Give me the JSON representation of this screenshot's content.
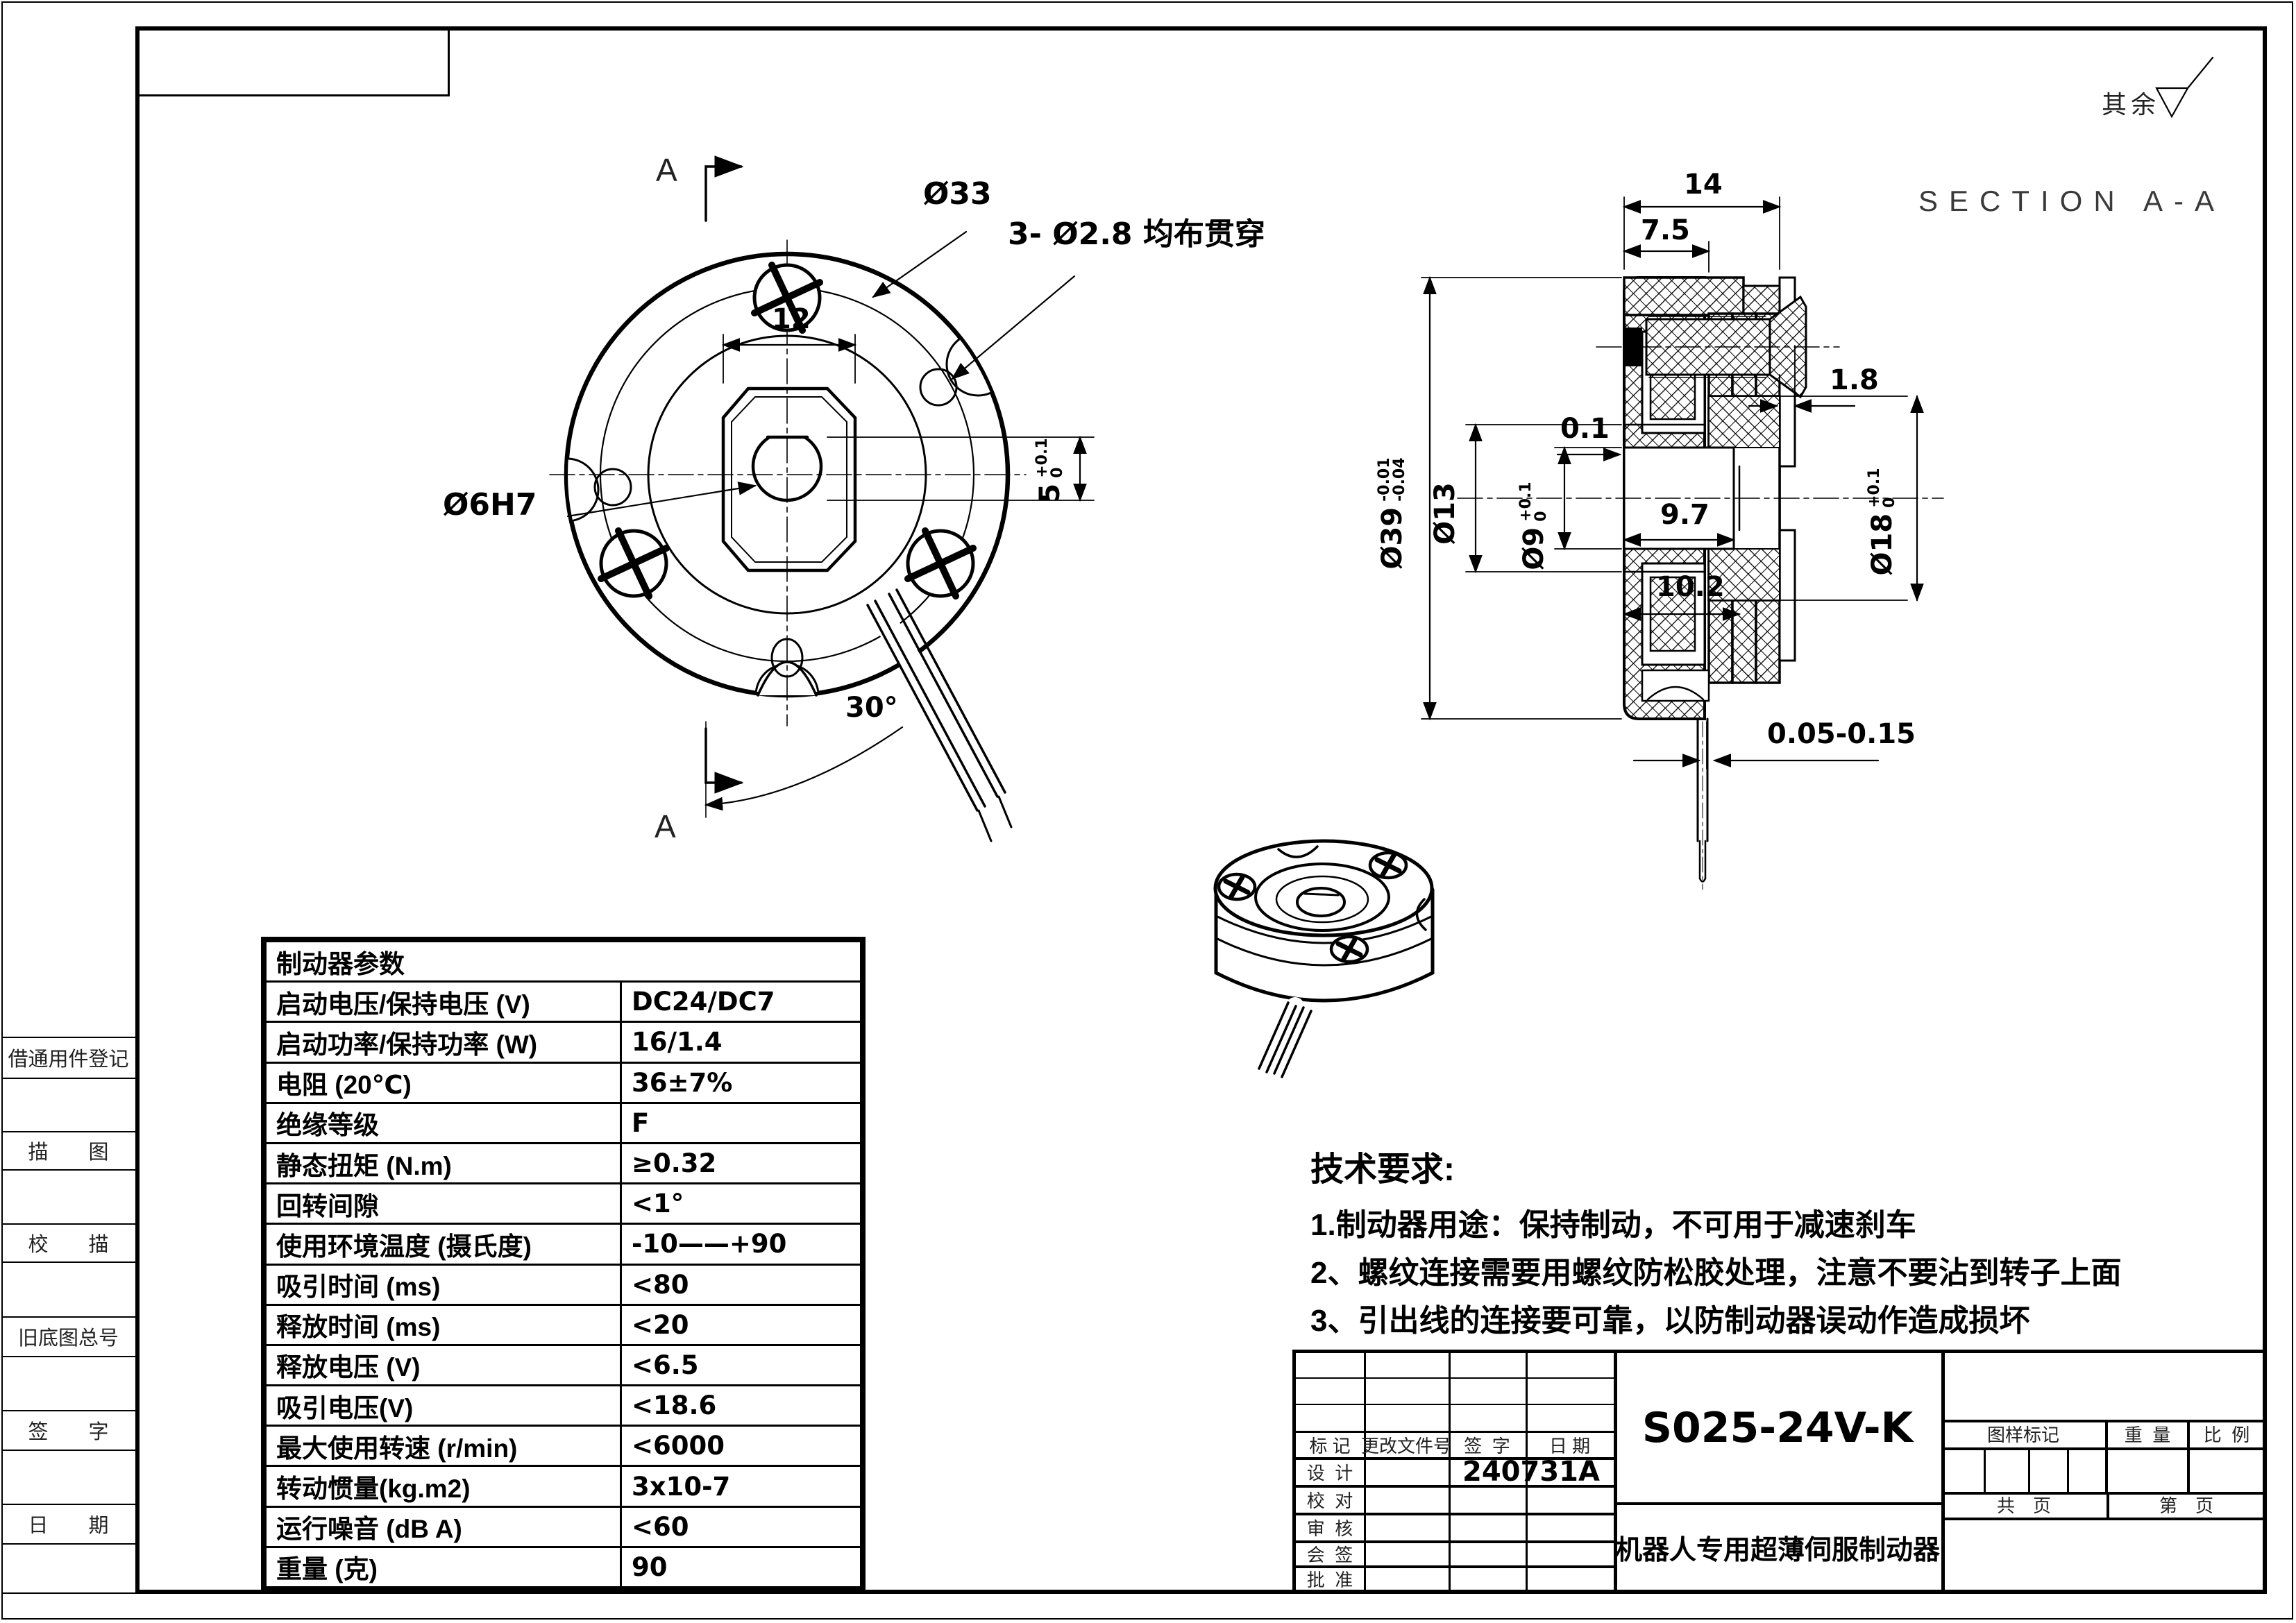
{
  "sheet": {
    "surface_finish_note": "其余",
    "section_label": "SECTION A-A"
  },
  "margin_column": {
    "register_label": "借通用件登记",
    "trace_label": "描　　图",
    "check_trace_label": "校　　描",
    "old_drawing_label": "旧底图总号",
    "sign_label": "签　　字",
    "date_label": "日　　期"
  },
  "front_view": {
    "section_marker_top": "A",
    "section_marker_bottom": "A",
    "bolt_circle_dia": "Ø33",
    "holes_note": "3- Ø2.8 均布贯穿",
    "square_width": "12",
    "flat_height": "5",
    "flat_tol_up": "+0.1",
    "flat_tol_low": "0",
    "bore_dia": "Ø6H7",
    "wire_angle": "30°"
  },
  "section_view": {
    "total_width": "14",
    "stator_width": "7.5",
    "plate_step": "1.8",
    "face_step": "0.1",
    "outer_dia": "Ø39",
    "outer_dia_tol_up": "-0.01",
    "outer_dia_tol_low": "-0.04",
    "bore_dia13": "Ø13",
    "bore_dia9": "Ø9",
    "dia9_tol_up": "+0.1",
    "dia9_tol_low": "0",
    "bore_depth1": "9.7",
    "bore_depth2": "10.2",
    "hub_dia": "Ø18",
    "dia18_tol_up": "+0.1",
    "dia18_tol_low": "0",
    "air_gap": "0.05-0.15"
  },
  "parameters_table": {
    "title": "制动器参数",
    "rows": [
      {
        "label": "启动电压/保持电压 (V)",
        "value": "DC24/DC7"
      },
      {
        "label": "启动功率/保持功率  (W)",
        "value": "16/1.4"
      },
      {
        "label": "电阻 (20℃)",
        "value": "36±7%"
      },
      {
        "label": "绝缘等级",
        "value": "F"
      },
      {
        "label": "静态扭矩 (N.m)",
        "value": "≥0.32"
      },
      {
        "label": "回转间隙",
        "value": "<1°"
      },
      {
        "label": "使用环境温度 (摄氏度)",
        "value": "-10——+90"
      },
      {
        "label": "吸引时间 (ms)",
        "value": "<80"
      },
      {
        "label": "释放时间 (ms)",
        "value": "<20"
      },
      {
        "label": "释放电压 (V)",
        "value": "<6.5"
      },
      {
        "label": "吸引电压(V)",
        "value": "<18.6"
      },
      {
        "label": "最大使用转速 (r/min)",
        "value": "<6000"
      },
      {
        "label": "转动惯量(kg.m2)",
        "value": "3x10-7"
      },
      {
        "label": "运行噪音 (dB A)",
        "value": "<60"
      },
      {
        "label": "重量 (克)",
        "value": "90"
      }
    ]
  },
  "tech_requirements": {
    "title": "技术要求:",
    "items": [
      "1.制动器用途：保持制动，不可用于减速刹车",
      "2、螺纹连接需要用螺纹防松胶处理，注意不要沾到转子上面",
      "3、引出线的连接要可靠，以防制动器误动作造成损坏"
    ]
  },
  "title_block": {
    "part_number": "S025-24V-K",
    "product_name": "机器人专用超薄伺服制动器",
    "col_mark": "标 记",
    "col_change_no": "更改文件号",
    "col_sign": "签  字",
    "col_date": "日 期",
    "row_design": "设  计",
    "row_check": "校  对",
    "row_review": "审  核",
    "row_countersign": "会  签",
    "row_approve": "批  准",
    "design_date": "240731A",
    "drawing_mark": "图样标记",
    "weight": "重  量",
    "scale": "比  例",
    "total_pages": "共　页",
    "page_no": "第　页"
  }
}
